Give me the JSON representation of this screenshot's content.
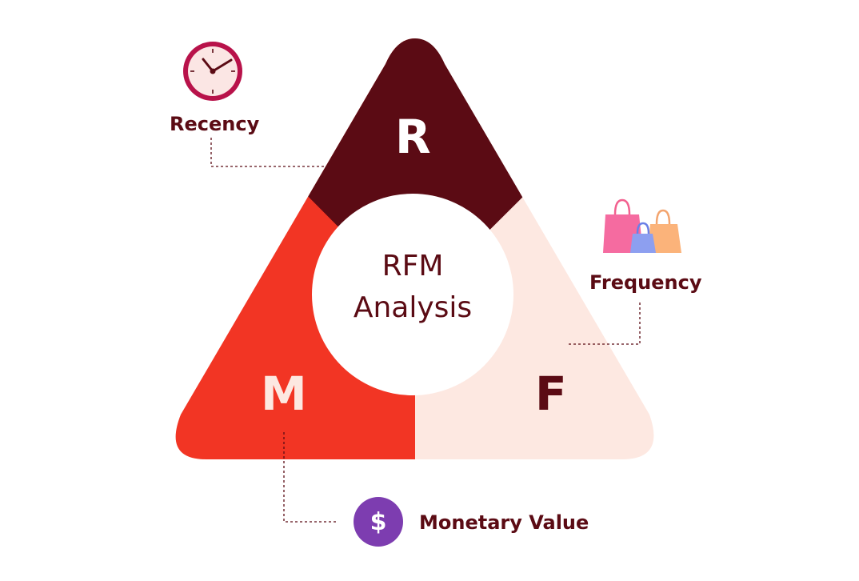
{
  "diagram": {
    "center": {
      "line1": "RFM",
      "line2": "Analysis"
    },
    "segments": [
      {
        "letter": "R",
        "label": "Recency",
        "icon": "clock-icon",
        "color": "#5b0b14"
      },
      {
        "letter": "F",
        "label": "Frequency",
        "icon": "shopping-bags-icon",
        "color": "#fde8e1"
      },
      {
        "letter": "M",
        "label": "Monetary Value",
        "icon": "dollar-icon",
        "color": "#f23524"
      }
    ],
    "dollar_symbol": "$"
  }
}
